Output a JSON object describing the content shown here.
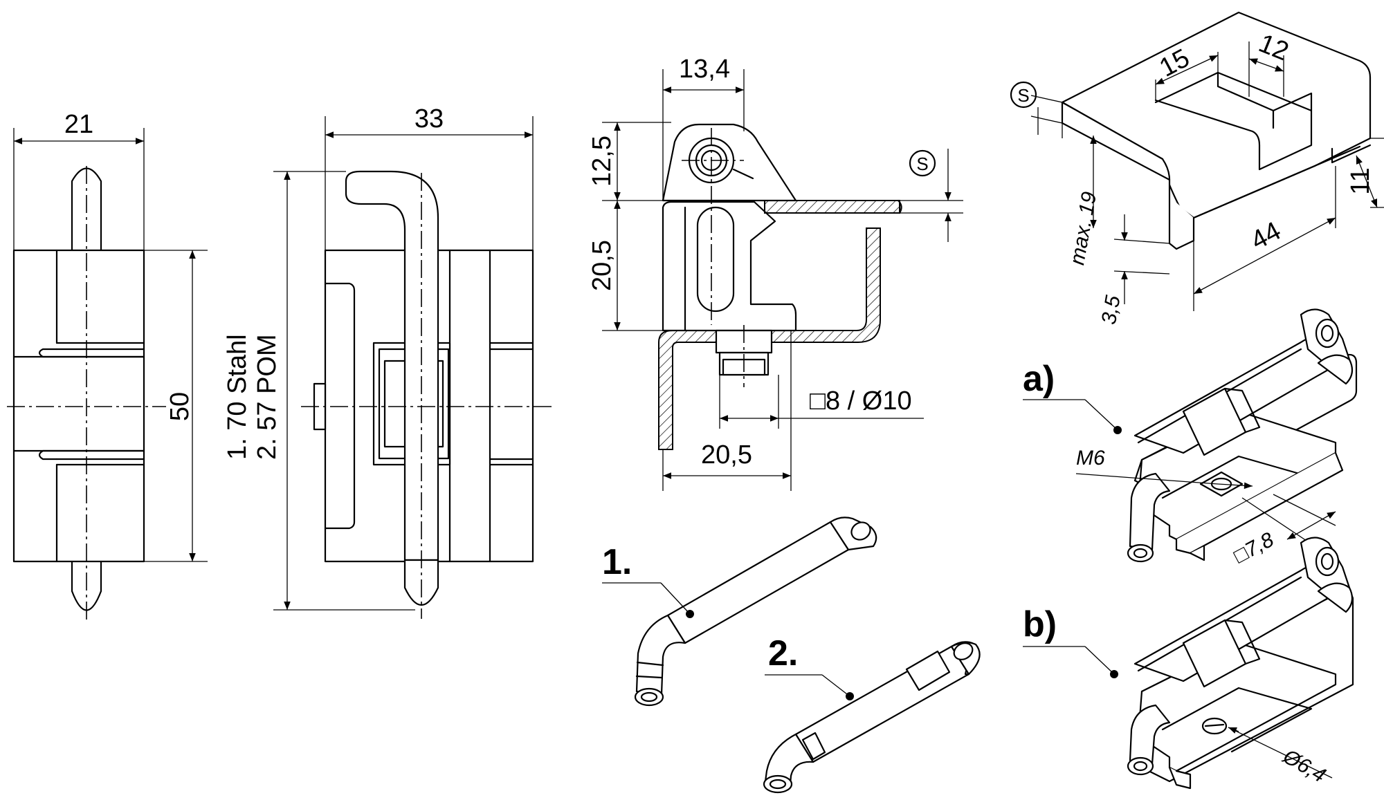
{
  "dimensions": {
    "front_width": "21",
    "front_height": "50",
    "side_width": "33",
    "section_width_top": "13,4",
    "section_h1": "12,5",
    "section_h2": "20,5",
    "section_width_bottom": "20,5",
    "section_drive": "□8 / Ø10",
    "material_thickness": "S",
    "iso_s": "S",
    "iso_12": "12",
    "iso_15": "15",
    "iso_11": "11",
    "iso_44": "44",
    "iso_max19": "max. 19",
    "iso_3_5": "3,5",
    "variant_a_thread": "M6",
    "variant_a_square": "□7,8",
    "variant_b_hole": "Ø6,4"
  },
  "materials": {
    "item1": "1. 70 Stahl",
    "item2": "2. 57 POM"
  },
  "callouts": {
    "pin_steel": "1.",
    "pin_pom": "2.",
    "variant_a": "a)",
    "variant_b": "b)"
  },
  "colors": {
    "line": "#000000",
    "background": "#ffffff"
  }
}
